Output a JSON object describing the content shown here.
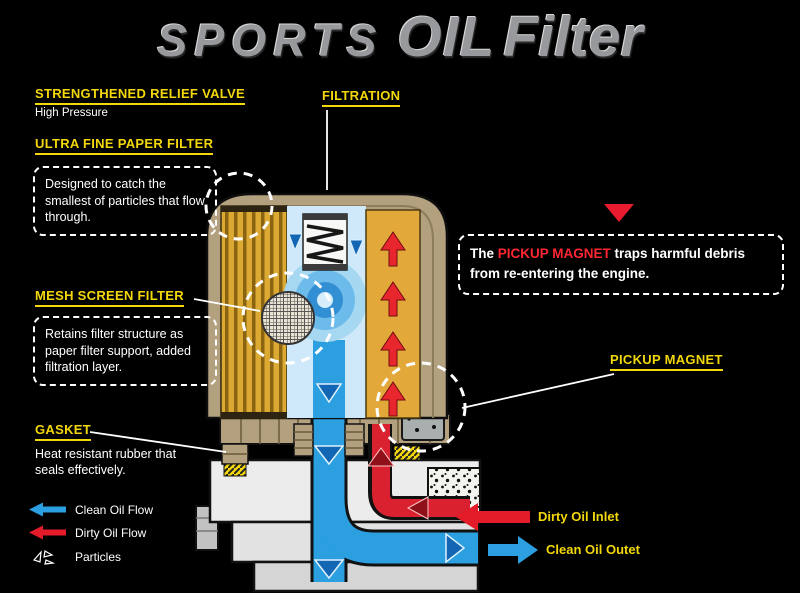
{
  "title": {
    "sports": "SPORTS",
    "oil": "OIL",
    "filter": "Filter"
  },
  "callouts": {
    "relief_valve": {
      "label": "STRENGTHENED RELIEF VALVE",
      "sub": "High Pressure"
    },
    "filtration": {
      "label": "FILTRATION"
    },
    "paper_filter": {
      "label": "ULTRA FINE PAPER FILTER",
      "desc": "Designed to catch the smallest of particles that flow through."
    },
    "mesh_filter": {
      "label": "MESH SCREEN FILTER",
      "desc": "Retains filter structure as paper filter support, added filtration layer."
    },
    "gasket": {
      "label": "GASKET",
      "desc": "Heat resistant rubber that seals effectively."
    },
    "pickup_magnet": {
      "label": "PICKUP MAGNET"
    },
    "magnet_note": {
      "pre": "The ",
      "highlight": "PICKUP MAGNET",
      "post": " traps harmful debris from re-entering the engine."
    }
  },
  "legend": {
    "clean_oil_flow": "Clean Oil Flow",
    "dirty_oil_flow": "Dirty Oil Flow",
    "particles": "Particles"
  },
  "flow": {
    "dirty_inlet": "Dirty Oil Inlet",
    "clean_outlet": "Clean Oil Outet"
  },
  "icons": {
    "clean_arrow": "left-arrow",
    "dirty_arrow": "left-arrow",
    "particles_icon": "particle-specks",
    "pointer": "down-triangle"
  },
  "colors": {
    "label_yellow": "#f2d70a",
    "flow_blue": "#2b9fe0",
    "flow_red": "#e41b28",
    "shell_tan": "#b2a07e",
    "filter_gold": "#e2a93a",
    "background": "#000000"
  }
}
